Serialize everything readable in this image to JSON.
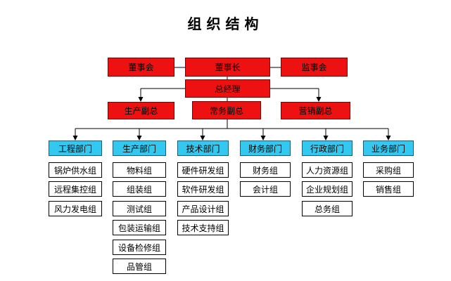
{
  "title": "组织结构",
  "top_row": {
    "board": "董事会",
    "chairman": "董事长",
    "supervisors": "监事会"
  },
  "general_manager": "总经理",
  "vice_presidents": {
    "production": "生产副总",
    "executive": "常务副总",
    "marketing": "营销副总"
  },
  "departments": [
    {
      "name": "工程部门",
      "groups": [
        "锅炉供水组",
        "远程集控组",
        "风力发电组"
      ]
    },
    {
      "name": "生产部门",
      "groups": [
        "物料组",
        "组装组",
        "测试组",
        "包装运输组",
        "设备检修组",
        "品管组"
      ]
    },
    {
      "name": "技术部门",
      "groups": [
        "硬件研发组",
        "软件研发组",
        "产品设计组",
        "技术支持组"
      ]
    },
    {
      "name": "财务部门",
      "groups": [
        "财务组",
        "会计组"
      ]
    },
    {
      "name": "行政部门",
      "groups": [
        "人力资源组",
        "企业规划组",
        "总务组"
      ]
    },
    {
      "name": "业务部门",
      "groups": [
        "采购组",
        "销售组"
      ]
    }
  ],
  "colors": {
    "executive_fill": "#ee1111",
    "department_fill": "#33c8f0",
    "group_fill": "#ffffff"
  }
}
